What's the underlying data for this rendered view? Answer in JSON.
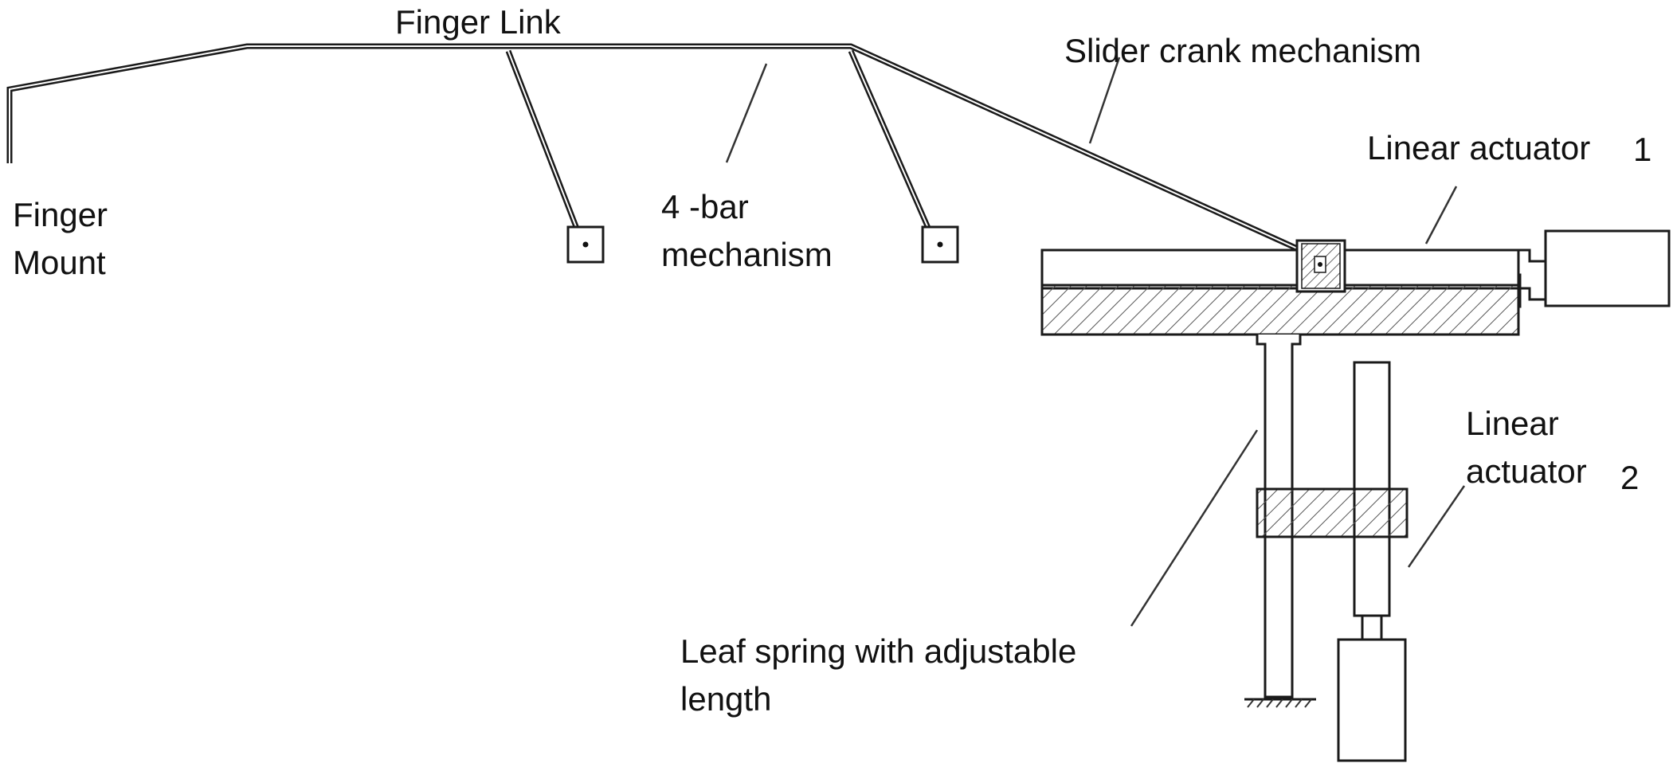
{
  "labels": {
    "finger_link": "Finger Link",
    "finger_mount_line1": "Finger",
    "finger_mount_line2": "Mount",
    "four_bar_line1": "4 -bar",
    "four_bar_line2": "mechanism",
    "slider_crank": "Slider crank mechanism",
    "linear_actuator_1": "Linear actuator",
    "linear_actuator_1_num": "1",
    "linear_actuator_2_line1": "Linear",
    "linear_actuator_2_line2": "actuator",
    "linear_actuator_2_num": "2",
    "leaf_spring_line1": "Leaf spring with adjustable",
    "leaf_spring_line2": "length"
  }
}
